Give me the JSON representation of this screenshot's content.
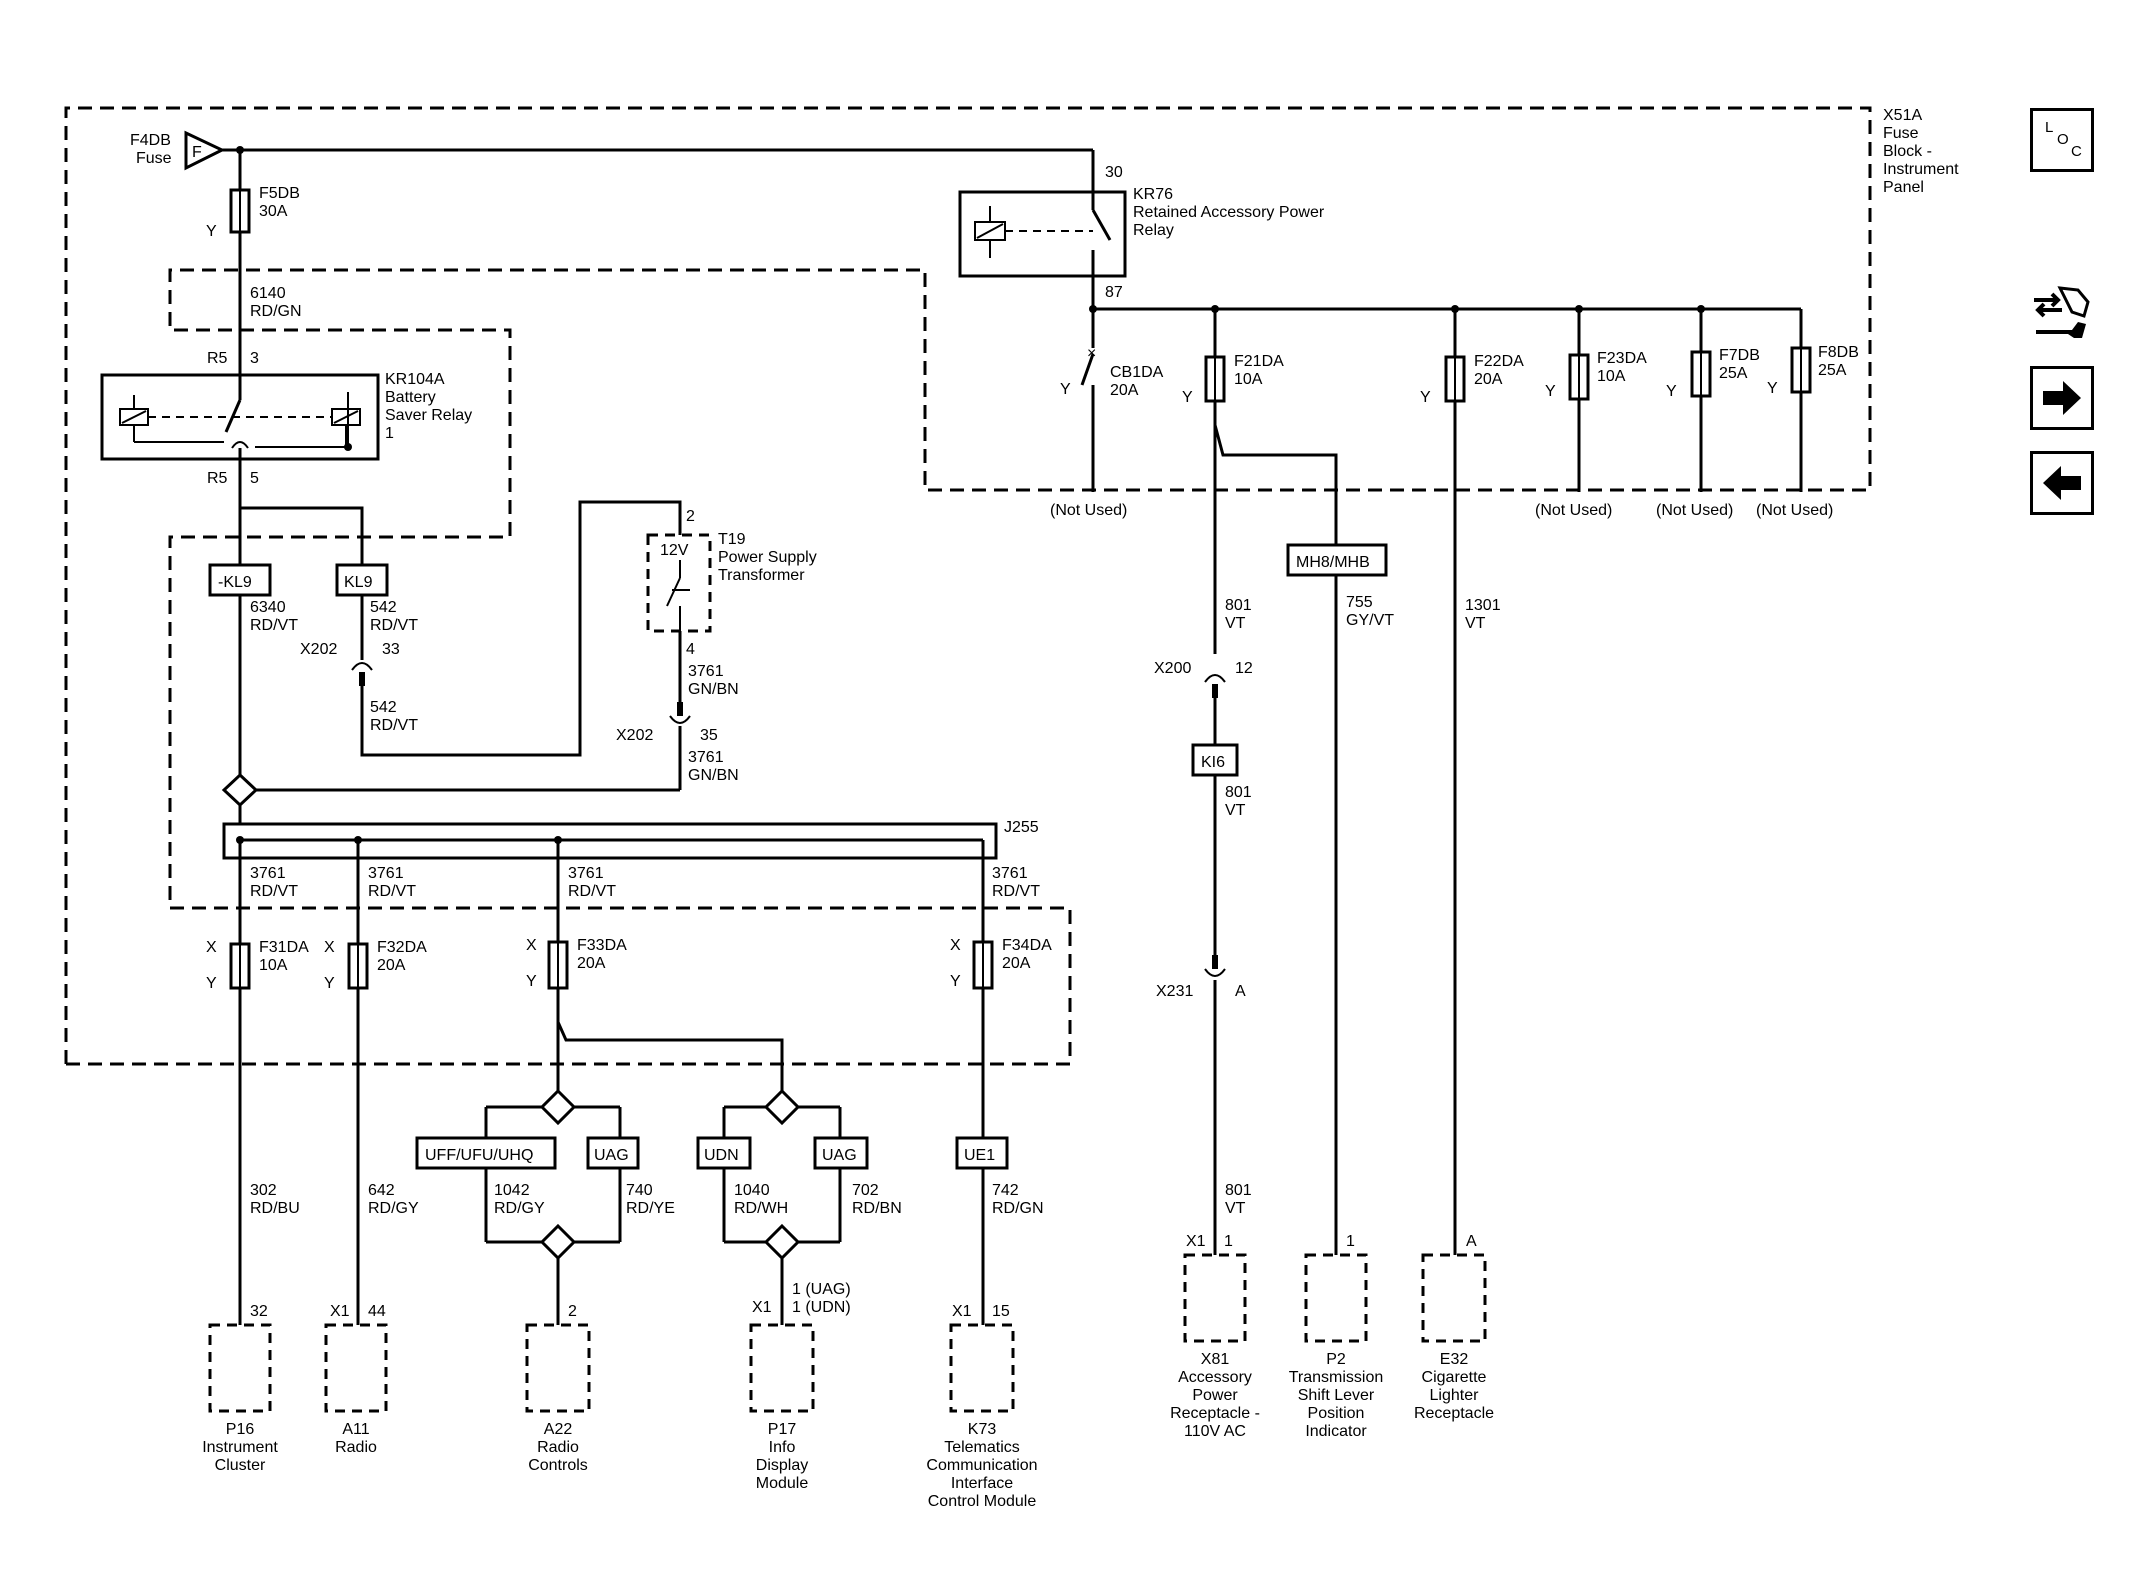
{
  "fuse_block": {
    "id": "X51A",
    "lines": [
      "Fuse",
      "Block -",
      "Instrument",
      "Panel"
    ]
  },
  "supply": {
    "label_1": "F4DB",
    "label_2": "Fuse",
    "symbol": "F"
  },
  "fuses": {
    "f5db": {
      "name": "F5DB",
      "rating": "30A",
      "pin": "Y"
    },
    "cb1da": {
      "name": "CB1DA",
      "rating": "20A",
      "pin": "Y",
      "note": "(Not Used)"
    },
    "f21da": {
      "name": "F21DA",
      "rating": "10A",
      "pin": "Y"
    },
    "f22da": {
      "name": "F22DA",
      "rating": "20A",
      "pin": "Y"
    },
    "f23da": {
      "name": "F23DA",
      "rating": "10A",
      "pin": "Y",
      "note": "(Not Used)"
    },
    "f7db": {
      "name": "F7DB",
      "rating": "25A",
      "pin": "Y",
      "note": "(Not Used)"
    },
    "f8db": {
      "name": "F8DB",
      "rating": "25A",
      "pin": "Y",
      "note": "(Not Used)"
    },
    "f31da": {
      "name": "F31DA",
      "rating": "10A",
      "pin_x": "X",
      "pin_y": "Y"
    },
    "f32da": {
      "name": "F32DA",
      "rating": "20A",
      "pin_x": "X",
      "pin_y": "Y"
    },
    "f33da": {
      "name": "F33DA",
      "rating": "20A",
      "pin_x": "X",
      "pin_y": "Y"
    },
    "f34da": {
      "name": "F34DA",
      "rating": "20A",
      "pin_x": "X",
      "pin_y": "Y"
    }
  },
  "relays": {
    "kr76": {
      "id": "KR76",
      "line_1": "Retained Accessory Power",
      "line_2": "Relay",
      "pin_in": "30",
      "pin_out": "87"
    },
    "kr104a": {
      "id": "KR104A",
      "line_1": "Battery",
      "line_2": "Saver Relay",
      "line_3": "1",
      "conn_top": "R5",
      "pin_top": "3",
      "conn_bottom": "R5",
      "pin_bottom": "5"
    }
  },
  "transformer": {
    "id": "T19",
    "line_1": "Power Supply",
    "line_2": "Transformer",
    "voltage": "12V",
    "pin_top": "2",
    "pin_bottom": "4"
  },
  "options": {
    "kl9_neg": "-KL9",
    "kl9": "KL9",
    "ki6": "KI6",
    "mh8": "MH8/MHB",
    "uff": "UFF/UFU/UHQ",
    "uag_1": "UAG",
    "udn": "UDN",
    "uag_2": "UAG",
    "ue1": "UE1"
  },
  "wires": {
    "w6140": {
      "circuit": "6140",
      "color": "RD/GN"
    },
    "w6340": {
      "circuit": "6340",
      "color": "RD/VT"
    },
    "w542a": {
      "circuit": "542",
      "color": "RD/VT"
    },
    "w542b": {
      "circuit": "542",
      "color": "RD/VT"
    },
    "w3761a": {
      "circuit": "3761",
      "color": "GN/BN"
    },
    "w3761b": {
      "circuit": "3761",
      "color": "GN/BN"
    },
    "w3761_1": {
      "circuit": "3761",
      "color": "RD/VT"
    },
    "w3761_2": {
      "circuit": "3761",
      "color": "RD/VT"
    },
    "w3761_3": {
      "circuit": "3761",
      "color": "RD/VT"
    },
    "w3761_4": {
      "circuit": "3761",
      "color": "RD/VT"
    },
    "w801a": {
      "circuit": "801",
      "color": "VT"
    },
    "w801b": {
      "circuit": "801",
      "color": "VT"
    },
    "w801c": {
      "circuit": "801",
      "color": "VT"
    },
    "w755": {
      "circuit": "755",
      "color": "GY/VT"
    },
    "w1301": {
      "circuit": "1301",
      "color": "VT"
    },
    "w302": {
      "circuit": "302",
      "color": "RD/BU"
    },
    "w642": {
      "circuit": "642",
      "color": "RD/GY"
    },
    "w1042": {
      "circuit": "1042",
      "color": "RD/GY"
    },
    "w740": {
      "circuit": "740",
      "color": "RD/YE"
    },
    "w1040": {
      "circuit": "1040",
      "color": "RD/WH"
    },
    "w702": {
      "circuit": "702",
      "color": "RD/BN"
    },
    "w742": {
      "circuit": "742",
      "color": "RD/GN"
    }
  },
  "connectors": {
    "x202a": {
      "id": "X202",
      "pin": "33"
    },
    "x202b": {
      "id": "X202",
      "pin": "35"
    },
    "x200": {
      "id": "X200",
      "pin": "12"
    },
    "x231": {
      "id": "X231",
      "pin": "A"
    }
  },
  "splice": {
    "id": "J255"
  },
  "components": {
    "p16": {
      "pin": "32",
      "lines": [
        "P16",
        "Instrument",
        "Cluster"
      ]
    },
    "a11": {
      "conn": "X1",
      "pin": "44",
      "lines": [
        "A11",
        "Radio"
      ]
    },
    "a22": {
      "pin": "2",
      "lines": [
        "A22",
        "Radio",
        "Controls"
      ]
    },
    "p17": {
      "conn": "X1",
      "pin_1": "1 (UAG)",
      "pin_2": "1 (UDN)",
      "lines": [
        "P17",
        "Info",
        "Display",
        "Module"
      ]
    },
    "k73": {
      "conn": "X1",
      "pin": "15",
      "lines": [
        "K73",
        "Telematics",
        "Communication",
        "Interface",
        "Control Module"
      ]
    },
    "x81": {
      "conn": "X1",
      "pin": "1",
      "lines": [
        "X81",
        "Accessory",
        "Power",
        "Receptacle -",
        "110V AC"
      ]
    },
    "p2": {
      "pin": "1",
      "lines": [
        "P2",
        "Transmission",
        "Shift Lever",
        "Position",
        "Indicator"
      ]
    },
    "e32": {
      "pin": "A",
      "lines": [
        "E32",
        "Cigarette",
        "Lighter",
        "Receptacle"
      ]
    }
  },
  "nav": {
    "loc_l": "L",
    "loc_o": "O",
    "loc_c": "C"
  }
}
